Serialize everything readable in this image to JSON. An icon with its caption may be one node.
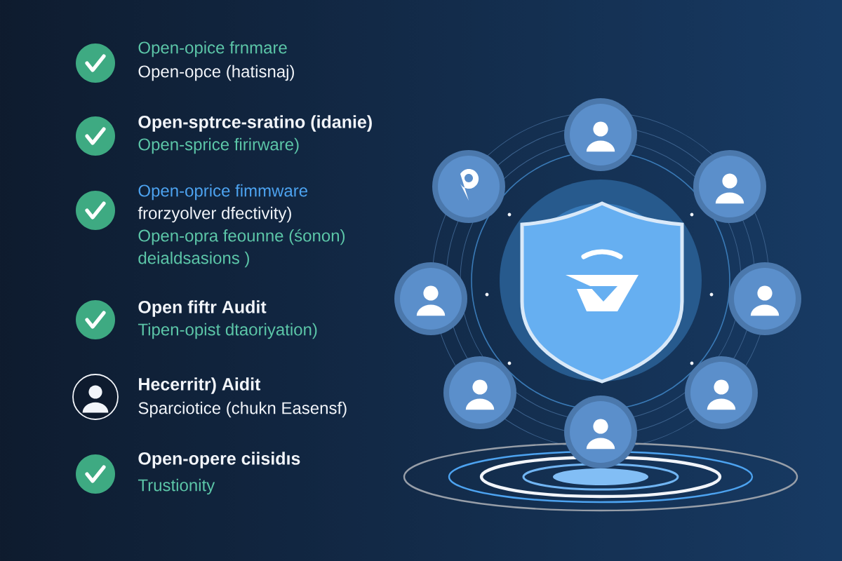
{
  "diagram": {
    "labels": [
      "Open-opice frnmare",
      "Open-opce (hatisnaj)",
      "Open-sptrce-sratino (idanie)",
      "Open-sprice firirware)",
      "Open-oprice fimmware",
      "frorzyolver dfectivity)",
      "Open-opra feounne (śonon)",
      "deialdsasions )",
      "Open fiftr Audit",
      "Tipen-opist dtaoriyation)",
      "Hecerritr) Aidit",
      "Sparciotice (chukn Easensf)",
      "Open-opere ciisidıs",
      "Trustionity"
    ]
  }
}
